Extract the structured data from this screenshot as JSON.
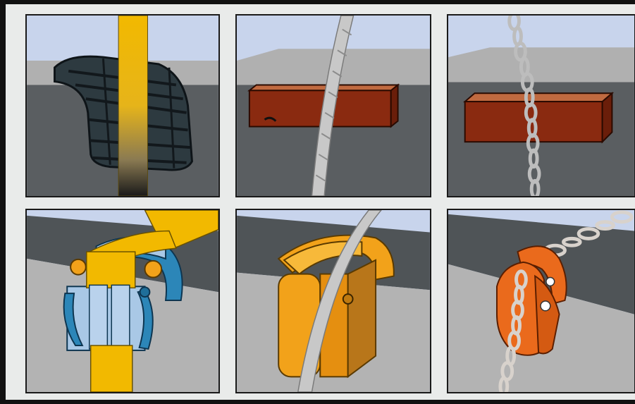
{
  "figure": {
    "panels": [
      {
        "id": "tire-with-web-sling",
        "colors": {
          "sling": "#f2b900",
          "tire": "#2d3a40"
        }
      },
      {
        "id": "beam-with-wire-rope",
        "colors": {
          "rope": "#c8c8c8",
          "beam": "#8a2a10"
        }
      },
      {
        "id": "beam-with-chain",
        "colors": {
          "chain": "#bdbdbd",
          "beam": "#8a2a10"
        }
      },
      {
        "id": "web-sling-edge-protector",
        "colors": {
          "sling": "#f2b900",
          "protector": "#a9c8e6",
          "pulley": "#2c86b8"
        }
      },
      {
        "id": "wire-rope-edge-protector",
        "colors": {
          "rope": "#c8c8c8",
          "protector": "#f2a21a"
        }
      },
      {
        "id": "chain-edge-protector",
        "colors": {
          "chain": "#d8d2cc",
          "protector": "#ea6a1c"
        }
      }
    ],
    "colors": {
      "sky": "#c8d4ec",
      "floor": "#5a5e61",
      "back_wall": "#b0b0b0",
      "frame_border": "#111111",
      "background": "#e9ebea"
    }
  }
}
